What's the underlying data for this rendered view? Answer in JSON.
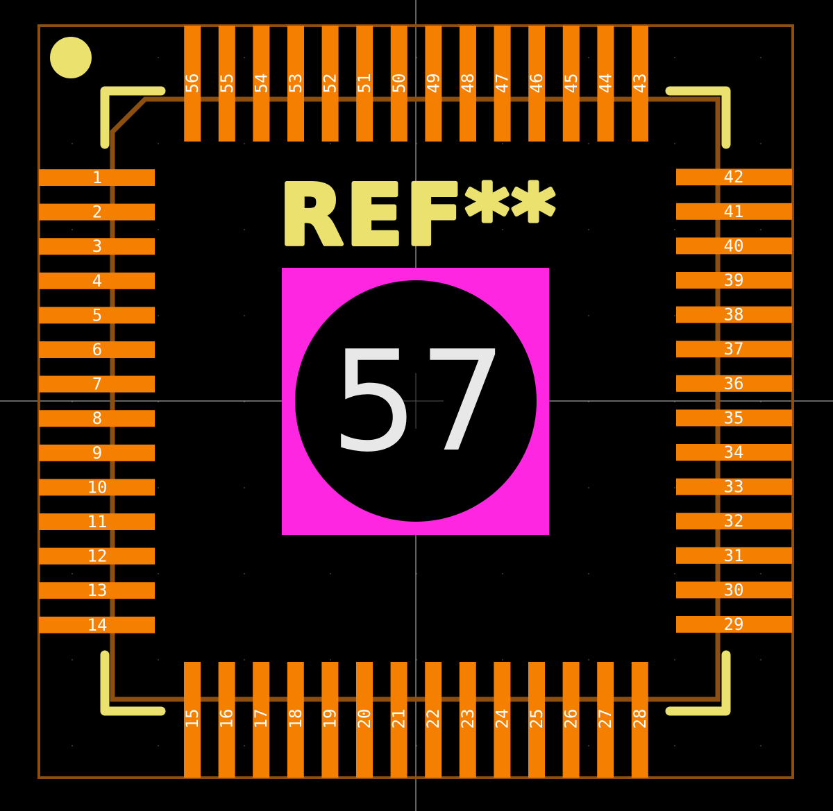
{
  "footprint": {
    "reference": "REF**",
    "center_pad_number": "57",
    "pins": {
      "left": [
        "1",
        "2",
        "3",
        "4",
        "5",
        "6",
        "7",
        "8",
        "9",
        "10",
        "11",
        "12",
        "13",
        "14"
      ],
      "bottom": [
        "15",
        "16",
        "17",
        "18",
        "19",
        "20",
        "21",
        "22",
        "23",
        "24",
        "25",
        "26",
        "27",
        "28"
      ],
      "right": [
        "29",
        "30",
        "31",
        "32",
        "33",
        "34",
        "35",
        "36",
        "37",
        "38",
        "39",
        "40",
        "41",
        "42"
      ],
      "top": [
        "43",
        "44",
        "45",
        "46",
        "47",
        "48",
        "49",
        "50",
        "51",
        "52",
        "53",
        "54",
        "55",
        "56"
      ]
    }
  },
  "colors": {
    "background": "#000000",
    "pad": "#f57f00",
    "courtyard": "#8c4f10",
    "silkscreen": "#ebe16f",
    "center_pad": "#ff26e2",
    "center_hole": "#000000",
    "center_text": "#e8e8e8",
    "pin_text": "#ffffff",
    "crosshair": "#c8c8c8"
  }
}
